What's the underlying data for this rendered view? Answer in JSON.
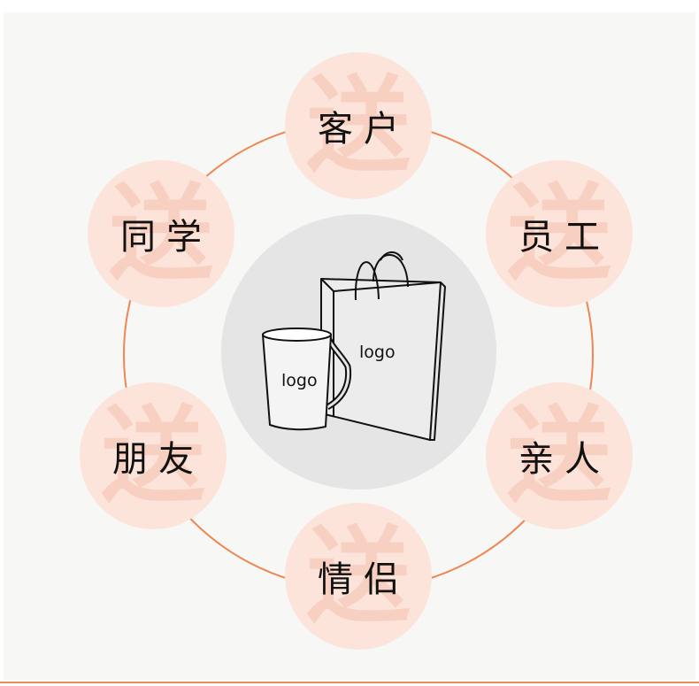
{
  "nodes": [
    {
      "label": "客户",
      "watermark": "送"
    },
    {
      "label": "员工",
      "watermark": "送"
    },
    {
      "label": "亲人",
      "watermark": "送"
    },
    {
      "label": "情侣",
      "watermark": "送"
    },
    {
      "label": "朋友",
      "watermark": "送"
    },
    {
      "label": "同学",
      "watermark": "送"
    }
  ],
  "center": {
    "bag_logo": "logo",
    "mug_logo": "logo"
  },
  "colors": {
    "accent": "#ef8653",
    "node_fill": "#fce4da",
    "watermark": "#f7d0c1",
    "center_fill": "#e5e5e5",
    "panel": "#f7f7f5"
  }
}
